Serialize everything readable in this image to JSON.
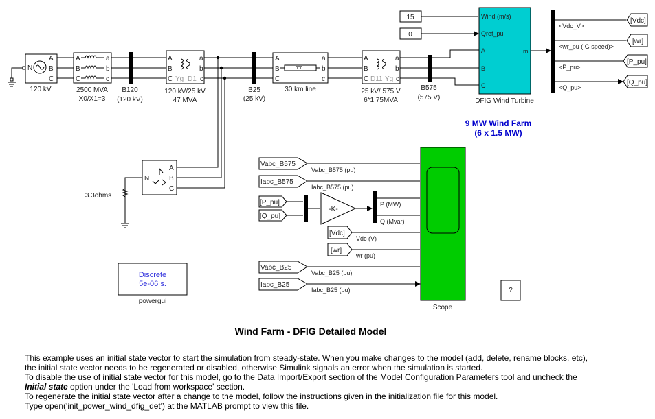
{
  "title": "Wind Farm - DFIG  Detailed Model",
  "colors": {
    "dfig_block": "#00CED1",
    "scope_block": "#00CC00",
    "farm_title": "#0000CC",
    "powergui_text": "#3333DD"
  },
  "blocks": {
    "source": {
      "label": "120 kV",
      "ports": [
        "A",
        "B",
        "C",
        "N"
      ]
    },
    "grounding_transformer_120": {
      "label1": "2500 MVA",
      "label2": "X0/X1=3",
      "ports_in": [
        "A",
        "B",
        "C"
      ],
      "ports_out": [
        "a",
        "b",
        "c"
      ]
    },
    "bus_b120": {
      "label1": "B120",
      "label2": "(120 kV)"
    },
    "transformer_120_25": {
      "label1": "120 kV/25 kV",
      "label2": "47 MVA",
      "ports_in": [
        "A",
        "B",
        "C"
      ],
      "ports_out": [
        "a",
        "b",
        "c"
      ],
      "winding1": "Yg",
      "winding2": "D1"
    },
    "bus_b25": {
      "label1": "B25",
      "label2": "(25 kV)"
    },
    "line_30km": {
      "label": "30 km line",
      "ports_in": [
        "A",
        "B",
        "C"
      ],
      "ports_out": [
        "a",
        "b",
        "c"
      ]
    },
    "transformer_25_575": {
      "label1": "25 kV/ 575 V",
      "label2": "6*1.75MVA",
      "ports_in": [
        "A",
        "B",
        "C"
      ],
      "ports_out": [
        "a",
        "b",
        "c"
      ],
      "winding1": "D11",
      "winding2": "Yg"
    },
    "bus_b575": {
      "label1": "B575",
      "label2": "(575 V)"
    },
    "wind_const": {
      "value": "15"
    },
    "qref_const": {
      "value": "0"
    },
    "dfig": {
      "label": "DFIG Wind Turbine",
      "inputs": [
        "Wind (m/s)",
        "Qref_pu",
        "A",
        "B",
        "C"
      ],
      "output": "m"
    },
    "demux_signals": [
      "<Vdc_V>",
      "<wr_pu (IG speed)>",
      "<P_pu>",
      "<Q_pu>"
    ],
    "goto_tags": [
      "[Vdc]",
      "[wr]",
      "[P_pu]",
      "[Q_pu]"
    ],
    "farm_title1": "9 MW Wind Farm",
    "farm_title2": "(6 x 1.5 MW)",
    "zigzag_transformer": {
      "ports": [
        "A",
        "B",
        "C"
      ],
      "neutral": "N"
    },
    "resistor": {
      "label": "3.3ohms"
    },
    "powergui": {
      "line1": "Discrete",
      "line2": "5e-06 s.",
      "label": "powergui"
    },
    "scope": {
      "label": "Scope"
    },
    "help": {
      "label": "?"
    },
    "gain": {
      "label": "-K-"
    }
  },
  "from_tags": [
    "Vabc_B575",
    "Iabc_B575",
    "[P_pu]",
    "[Q_pu]",
    "[Vdc]",
    "[wr]",
    "Vabc_B25",
    "Iabc_B25"
  ],
  "scope_signals": [
    "Vabc_B575 (pu)",
    "Iabc_B575 (pu)",
    "P (MW)",
    "Q (Mvar)",
    "Vdc (V)",
    "wr (pu)",
    "Vabc_B25 (pu)",
    "Iabc_B25 (pu)"
  ],
  "description": {
    "line1": "This example uses an initial state vector to start the simulation from steady-state. When you make changes to the model (add, delete, rename blocks, etc),",
    "line2": "the initial state vector needs to be regenerated or disabled, otherwise Simulink signals an error when the simulation is started.",
    "line3": "To disable the use of initial state vector for this model, go to the Data Import/Export section of the Model Configuration Parameters tool and uncheck the",
    "line4_em": "Initial state",
    "line4_rest": " option under the 'Load from workspace' section.",
    "line5": "To regenerate the initial state vector after a change to the model, follow the instructions given in the initialization file for this model.",
    "line6": "Type open('init_power_wind_dfig_det') at the MATLAB prompt to view this file."
  }
}
